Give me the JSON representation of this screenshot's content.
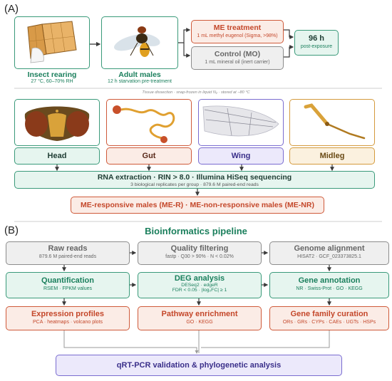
{
  "panel_a": {
    "label": "(A)",
    "insect_rearing": {
      "title": "Insect rearing",
      "subtitle": "27 °C, 60–70% RH"
    },
    "adult_males": {
      "title": "Adult males",
      "subtitle": "12 h starvation pre-treatment"
    },
    "me_treatment": {
      "title": "ME treatment",
      "subtitle": "1 mL methyl eugenol (Sigma, >98%)"
    },
    "control": {
      "title": "Control (MO)",
      "subtitle": "1 mL mineral oil (inert carrier)"
    },
    "post_exposure": {
      "title": "96 h",
      "subtitle": "post-exposure"
    },
    "dissection_note": "Tissue dissection · snap-frozen in liquid N₂ · stored at −80 °C",
    "tissues": [
      "Head",
      "Gut",
      "Wing",
      "Midleg"
    ],
    "rna": {
      "title": "RNA extraction · RIN > 8.0 · Illumina HiSeq sequencing",
      "subtitle": "3 biological replicates per group · 879.6 M paired-end reads"
    },
    "groups": "ME-responsive males (ME-R) · ME-non-responsive males (ME-NR)"
  },
  "panel_b": {
    "label": "(B)",
    "title": "Bioinformatics pipeline",
    "raw_reads": {
      "title": "Raw reads",
      "subtitle": "879.6 M paired-end reads"
    },
    "quality": {
      "title": "Quality filtering",
      "subtitle": "fastp · Q30 > 90% · N < 0.02%"
    },
    "genome": {
      "title": "Genome alignment",
      "subtitle": "HISAT2 · GCF_023373825.1"
    },
    "quant": {
      "title": "Quantification",
      "subtitle": "RSEM · FPKM values"
    },
    "deg": {
      "title": "DEG analysis",
      "line1": "DESeq2 · edgeR",
      "line2": "FDR < 0.05 · |log₂FC| ≥ 1"
    },
    "annotation": {
      "title": "Gene annotation",
      "subtitle": "NR · Swiss-Prot · GO · KEGG"
    },
    "expression": {
      "title": "Expression profiles",
      "subtitle": "PCA · heatmaps · volcano plots"
    },
    "pathway": {
      "title": "Pathway enrichment",
      "subtitle": "GO · KEGG"
    },
    "family": {
      "title": "Gene family curation",
      "subtitle": "ORs · GRs · CYPs · CAEs · UGTs · HSPs"
    },
    "qrt": "qRT-PCR validation & phylogenetic analysis"
  },
  "colors": {
    "green": "#3a9a7a",
    "orange": "#cf5a3a",
    "grey": "#8c8c8c",
    "purple": "#7a6cd0",
    "gold": "#d49a3c"
  }
}
